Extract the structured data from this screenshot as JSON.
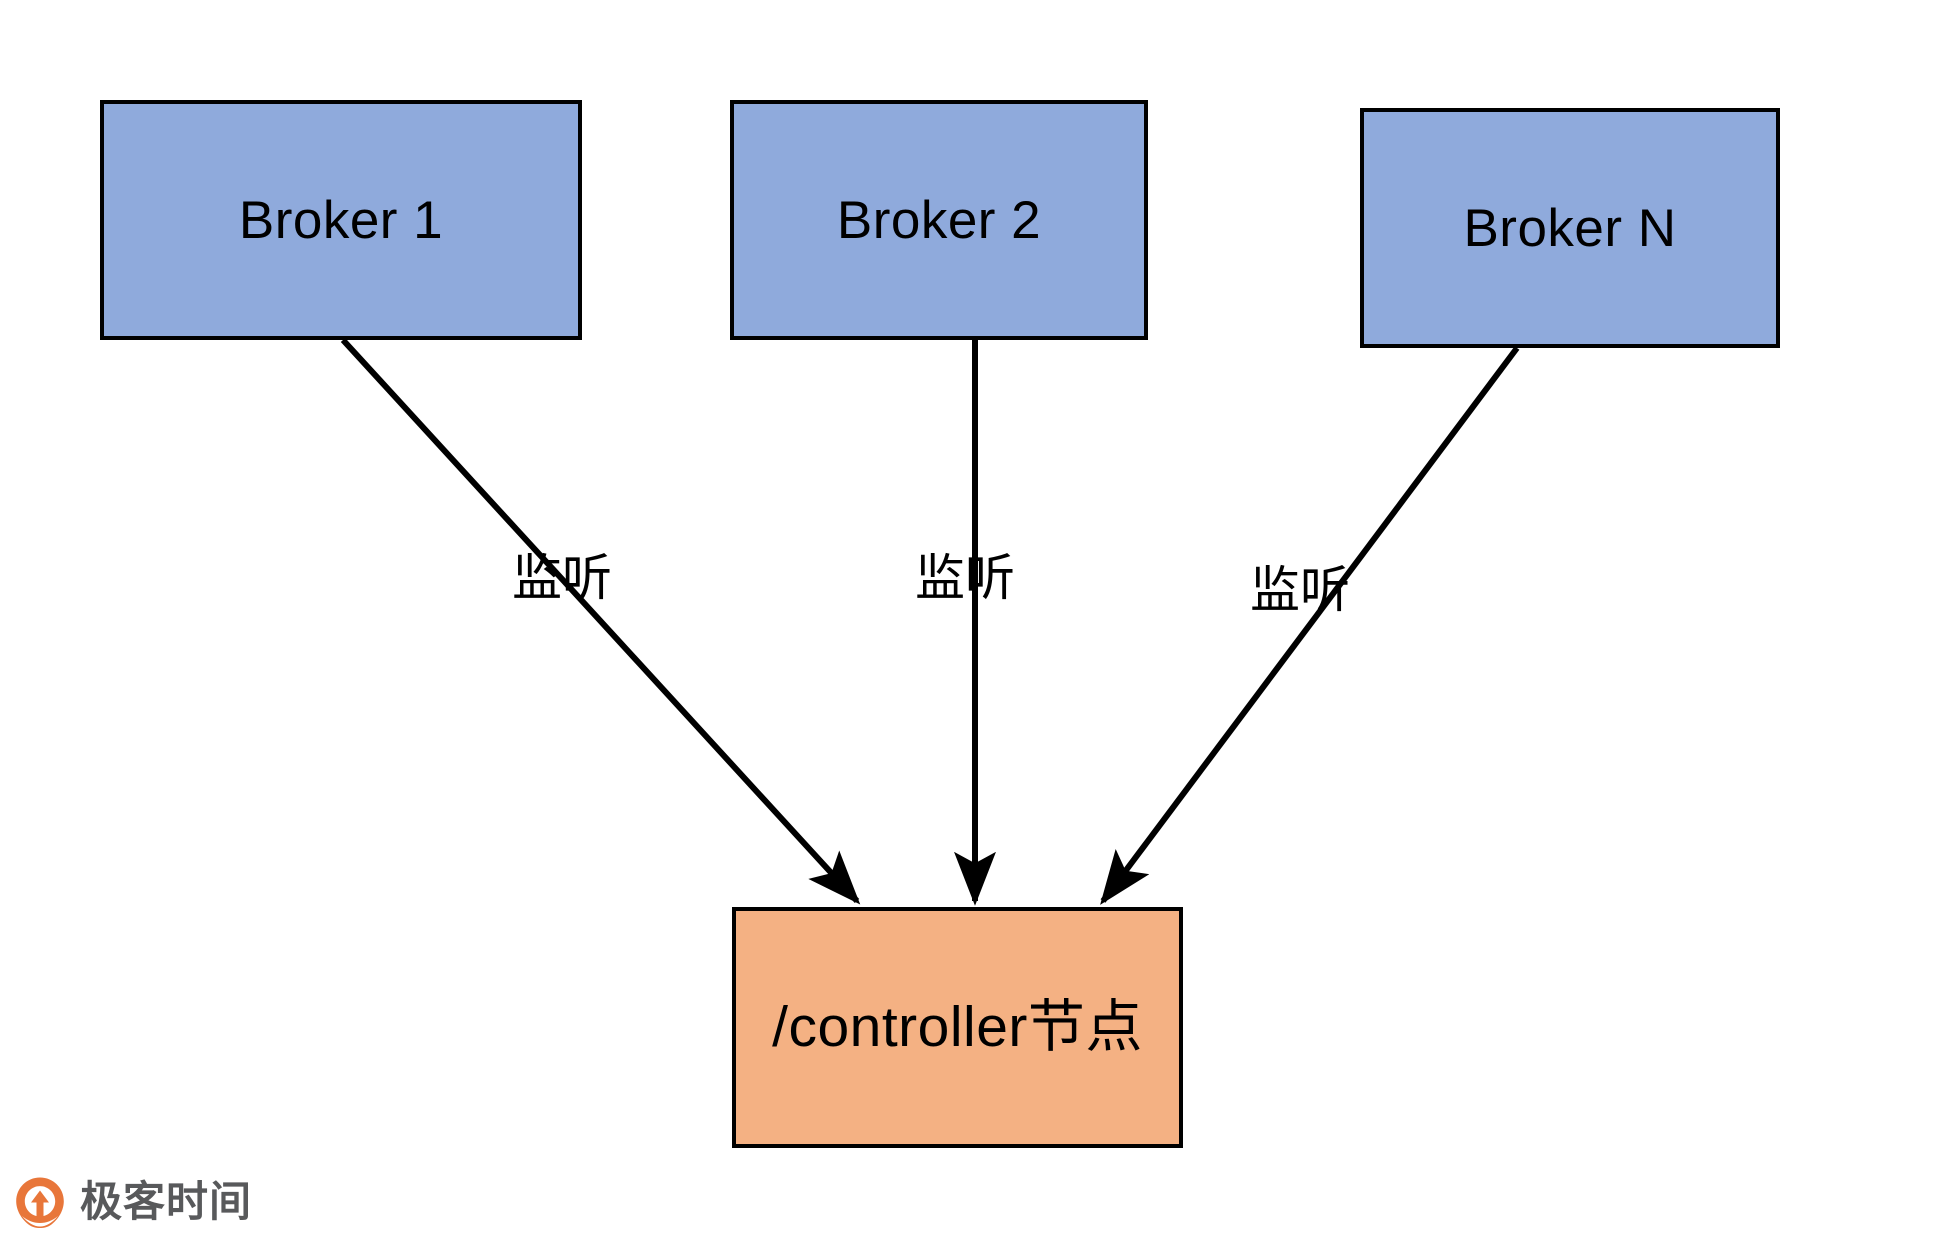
{
  "diagram": {
    "title": "Kafka Controller election via ZooKeeper /controller node",
    "background_color": "#FFFFFF",
    "broker_fill": "#8FAADC",
    "controller_fill": "#F4B183",
    "stroke_color": "#000000",
    "nodes": [
      {
        "id": "broker-1",
        "label": "Broker 1",
        "shape": "rectangle",
        "fill": "#8FAADC"
      },
      {
        "id": "broker-2",
        "label": "Broker 2",
        "shape": "rectangle",
        "fill": "#8FAADC"
      },
      {
        "id": "broker-n",
        "label": "Broker N",
        "shape": "rectangle",
        "fill": "#8FAADC"
      },
      {
        "id": "controller-node",
        "label": "/controller节点",
        "shape": "rectangle",
        "fill": "#F4B183"
      }
    ],
    "edges": [
      {
        "id": "edge-1",
        "from": "broker-1",
        "to": "controller-node",
        "label": "监听",
        "arrow": "end"
      },
      {
        "id": "edge-2",
        "from": "broker-2",
        "to": "controller-node",
        "label": "监听",
        "arrow": "end"
      },
      {
        "id": "edge-3",
        "from": "broker-n",
        "to": "controller-node",
        "label": "监听",
        "arrow": "end"
      }
    ]
  },
  "branding": {
    "name": "极客时间",
    "mark": "geektime-logo-icon",
    "mark_color": "#E8763A",
    "text_color": "#58595B"
  }
}
